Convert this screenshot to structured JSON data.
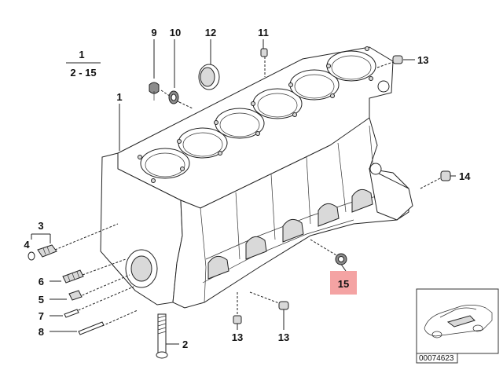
{
  "labels": {
    "p1": "1",
    "p1_ref_top": "1",
    "p1_ref_bottom": "2 - 15",
    "p2": "2",
    "p3": "3",
    "p4": "4",
    "p5": "5",
    "p6": "6",
    "p7": "7",
    "p8": "8",
    "p9": "9",
    "p10": "10",
    "p11": "11",
    "p12": "12",
    "p13a": "13",
    "p13b": "13",
    "p13c": "13",
    "p14": "14",
    "p15": "15"
  },
  "highlight": {
    "part": "15",
    "color": "#f4a3a3"
  },
  "thumbnail": {
    "code": "00074623"
  }
}
